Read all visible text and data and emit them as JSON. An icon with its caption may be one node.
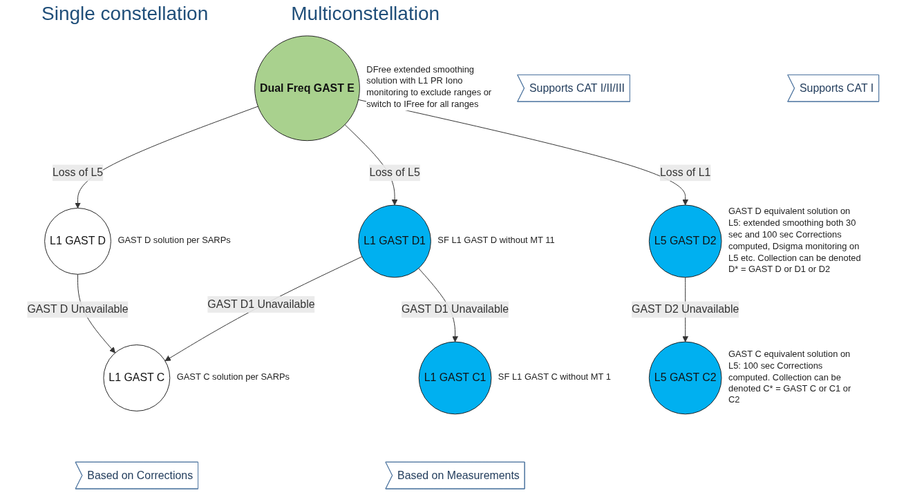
{
  "diagram": {
    "nodes": [
      {
        "text": [
          "Dual Freq GAST E"
        ],
        "beside": [
          "DFree extended smoothing solution with L1 PR Iono monitoring to exclude ranges or switch to IFree for all ranges"
        ]
      },
      {
        "text": [
          "L1 GAST D"
        ],
        "beside": [
          "GAST D solution per SARPs"
        ]
      },
      {
        "text": [
          "L1 GAST D1"
        ],
        "beside": [
          "SF L1 GAST D without MT 11"
        ]
      },
      {
        "text": [
          "L5 GAST D2"
        ],
        "beside": [
          "GAST D equivalent solution on L5: extended smoothing both 30 sec and 100 sec Corrections computed, Dsigma monitoring on L5 etc. Collection can be denoted D* = GAST D or D1 or D2"
        ]
      },
      {
        "text": [
          "L1 GAST C"
        ],
        "beside": [
          "GAST C solution per SARPs"
        ]
      },
      {
        "text": [
          "L1 GAST C1"
        ],
        "beside": [
          "SF L1 GAST C without MT 1"
        ]
      },
      {
        "text": [
          "L5 GAST C2"
        ],
        "beside": [
          "GAST C equivalent solution on L5: 100 sec Corrections computed.  Collection can be denoted C* = GAST C or C1 or C2"
        ]
      },
      {
        "text": [
          "Supports CAT I/II/III"
        ]
      },
      {
        "text": [
          "Supports CAT I"
        ]
      },
      {
        "text": [
          "Based on Corrections"
        ]
      },
      {
        "text": [
          "Based on Measurements"
        ]
      }
    ],
    "edges": [
      {
        "from": 0,
        "to": 1,
        "arrow": "to",
        "label": "Loss of L5"
      },
      {
        "from": 0,
        "to": 2,
        "arrow": "to",
        "label": "Loss of L5"
      },
      {
        "from": 0,
        "to": 3,
        "arrow": "to",
        "label": "Loss of L1"
      },
      {
        "from": 1,
        "to": 4,
        "arrow": "to",
        "label": "GAST D Unavailable"
      },
      {
        "from": 2,
        "to": 4,
        "arrow": "to",
        "label": "GAST D1 Unavailable"
      },
      {
        "from": 2,
        "to": 5,
        "arrow": "to",
        "label": "GAST D1 Unavailable"
      },
      {
        "from": 3,
        "to": 6,
        "arrow": "to",
        "label": "GAST D2 Unavailable"
      }
    ],
    "labels": [
      "Single constellation",
      "Multiconstellation"
    ]
  }
}
